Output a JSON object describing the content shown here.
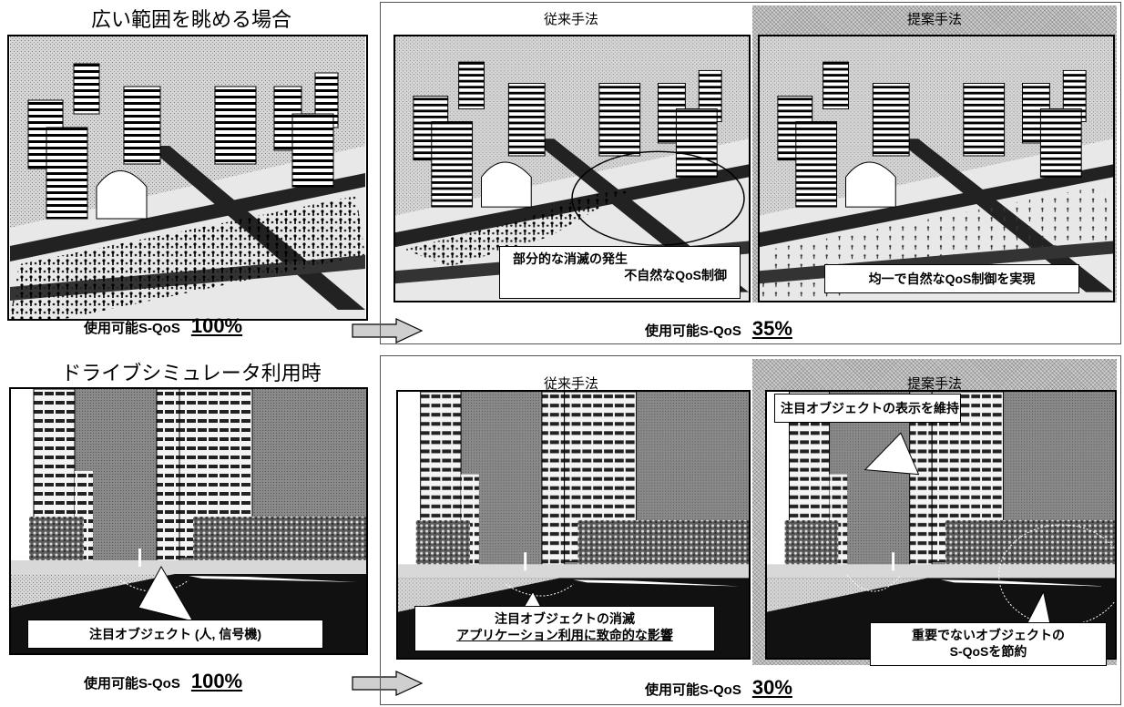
{
  "row1": {
    "left_title": "広い範囲を眺める場合",
    "conventional_label": "従来手法",
    "proposed_label": "提案手法",
    "left_qos_label": "使用可能S-QoS",
    "left_qos_value": "100%",
    "right_qos_label": "使用可能S-QoS",
    "right_qos_value": "35%",
    "callout_conventional": [
      "部分的な消滅の発生",
      "不自然なQoS制御"
    ],
    "callout_proposed": "均一で自然なQoS制御を実現"
  },
  "row2": {
    "left_title": "ドライブシミュレータ利用時",
    "conventional_label": "従来手法",
    "proposed_label": "提案手法",
    "left_callout": "注目オブジェクト (人, 信号機)",
    "left_qos_label": "使用可能S-QoS",
    "left_qos_value": "100%",
    "right_qos_label": "使用可能S-QoS",
    "right_qos_value": "30%",
    "callout_conventional": [
      "注目オブジェクトの消滅",
      "アプリケーション利用に致命的な影響"
    ],
    "callout_proposed_top": "注目オブジェクトの表示を維持",
    "callout_proposed_bottom": [
      "重要でないオブジェクトの",
      "S-QoSを節約"
    ]
  },
  "colors": {
    "border": "#000000",
    "hatch": "#cfcfcf",
    "road": "#111111"
  }
}
